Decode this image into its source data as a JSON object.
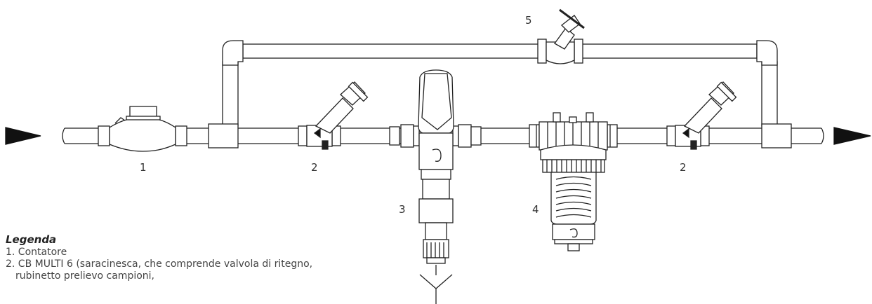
{
  "labels": {
    "meter": "1",
    "valve_left": "2",
    "pressure_reducer": "3",
    "filter": "4",
    "bypass_valve": "5",
    "valve_right": "2"
  },
  "legend": {
    "title": "Legenda",
    "items": [
      "1. Contatore",
      "2. CB MULTI 6 (saracinesca, che comprende valvola di ritegno, rubinetto prelievo campioni,"
    ]
  },
  "colors": {
    "stroke": "#222222",
    "text": "#444444",
    "arrow": "#111111"
  }
}
